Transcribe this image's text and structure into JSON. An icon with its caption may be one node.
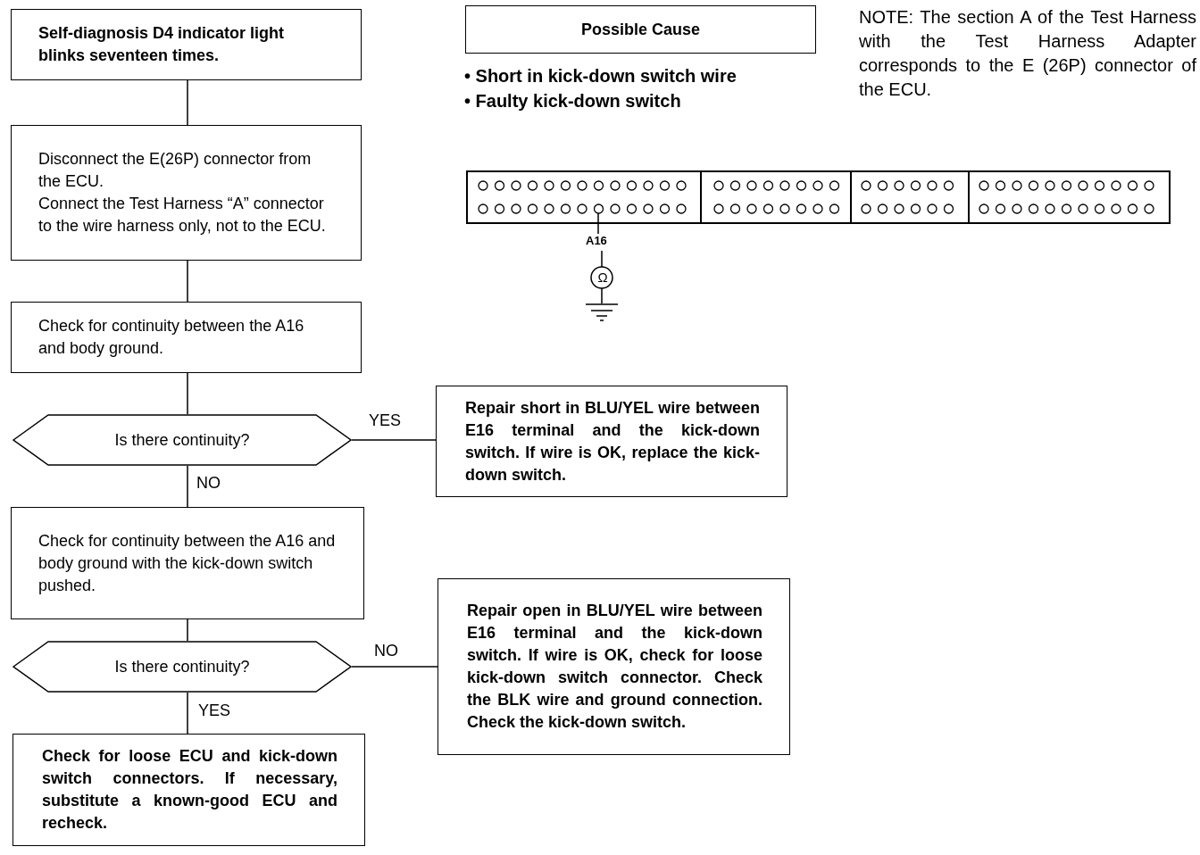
{
  "diagram": {
    "nodes": [
      {
        "text": [
          "Self-diagnosis D4 indicator light blinks seventeen times."
        ]
      },
      {
        "text": [
          "Disconnect the E(26P) connector from the ECU.",
          "Connect the Test Harness “A” connector to the wire harness only, not to the ECU."
        ]
      },
      {
        "text": [
          "Check for continuity between the A16 and body ground."
        ]
      },
      {
        "text": [
          "Is there continuity?"
        ]
      },
      {
        "text": [
          "Repair short in BLU/YEL wire between E16 terminal and the kick-down switch. If wire is OK, replace the kick-down switch."
        ]
      },
      {
        "text": [
          "Check for continuity between the A16 and body ground with the kick-down switch pushed."
        ]
      },
      {
        "text": [
          "Is there continuity?"
        ]
      },
      {
        "text": [
          "Repair open in BLU/YEL wire between E16 terminal and the kick-down switch. If wire is OK, check for loose kick-down switch connector. Check the BLK wire and ground connection. Check the kick-down switch."
        ]
      },
      {
        "text": [
          "Check for loose ECU and kick-down switch connectors. If necessary, substitute a known-good ECU and recheck."
        ]
      },
      {
        "text": [
          "Possible Cause"
        ]
      }
    ],
    "edges": [
      {
        "from": 0,
        "to": 1,
        "arrow": "none"
      },
      {
        "from": 1,
        "to": 2,
        "arrow": "none"
      },
      {
        "from": 2,
        "to": 3,
        "arrow": "none"
      },
      {
        "from": 3,
        "to": 4,
        "arrow": "none",
        "label": "YES"
      },
      {
        "from": 3,
        "to": 5,
        "arrow": "none",
        "label": "NO"
      },
      {
        "from": 5,
        "to": 6,
        "arrow": "none"
      },
      {
        "from": 6,
        "to": 7,
        "arrow": "none",
        "label": "NO"
      },
      {
        "from": 6,
        "to": 8,
        "arrow": "none",
        "label": "YES"
      }
    ],
    "labels": [
      "• Short in kick-down switch wire",
      "• Faulty kick-down switch",
      "NOTE: The section A of the Test Harness with the Test Harness Adapter corresponds to the E (26P) connector of the ECU.",
      "A16",
      "Ω"
    ]
  }
}
